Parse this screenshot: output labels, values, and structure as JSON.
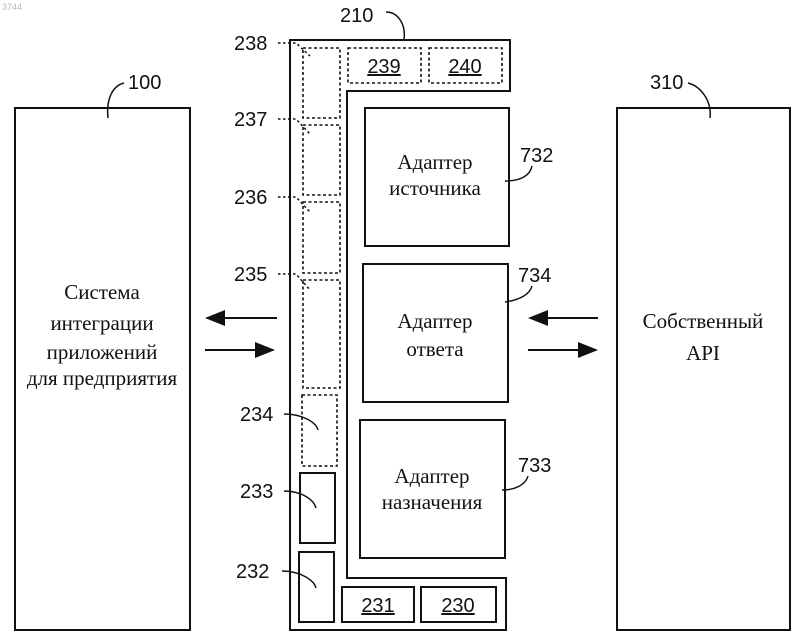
{
  "watermark": "3744",
  "enterprise_system": {
    "ref": "100",
    "lines": [
      "Система",
      "интеграции",
      "приложений",
      "для предприятия"
    ]
  },
  "native_api": {
    "ref": "310",
    "lines": [
      "Собственный",
      "API"
    ]
  },
  "adapter_frame": {
    "ref": "210"
  },
  "side_modules": [
    "238",
    "237",
    "236",
    "235",
    "234",
    "233",
    "232"
  ],
  "top_modules": [
    "239",
    "240"
  ],
  "bottom_modules": [
    "231",
    "230"
  ],
  "adapters": [
    {
      "ref": "732",
      "lines": [
        "Адаптер",
        "источника"
      ]
    },
    {
      "ref": "734",
      "lines": [
        "Адаптер",
        "ответа"
      ]
    },
    {
      "ref": "733",
      "lines": [
        "Адаптер",
        "назначения"
      ]
    }
  ]
}
